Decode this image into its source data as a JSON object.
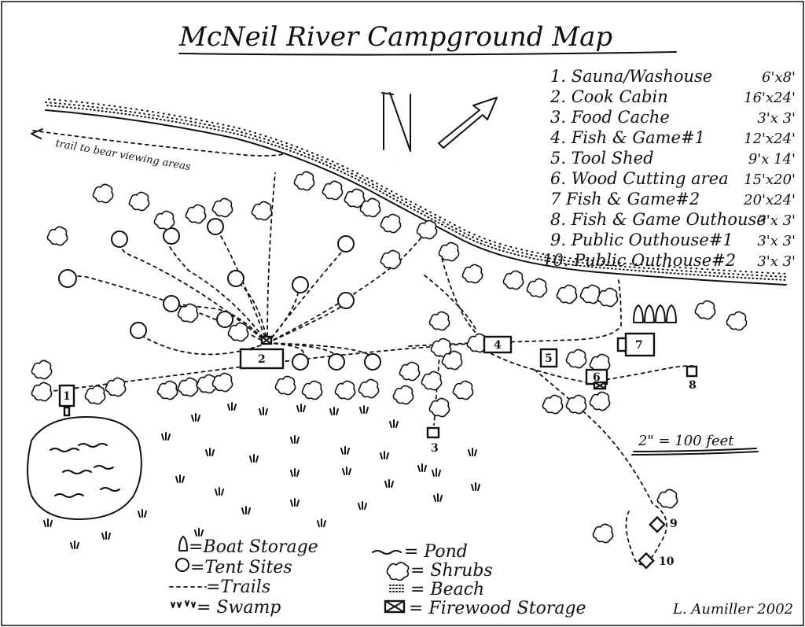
{
  "title": "McNeil River Campground Map",
  "trail_note": "trail to bear viewing areas",
  "north_label": "N",
  "scale_label": "2\" = 100 feet",
  "signature": "L. Aumiller 2002",
  "key": [
    {
      "num": "1.",
      "name": "Sauna/Washouse",
      "size": "6'x8'"
    },
    {
      "num": "2.",
      "name": "Cook Cabin",
      "size": "16'x24'"
    },
    {
      "num": "3.",
      "name": "Food Cache",
      "size": "3'x 3'"
    },
    {
      "num": "4.",
      "name": "Fish & Game#1",
      "size": "12'x24'"
    },
    {
      "num": "5.",
      "name": "Tool Shed",
      "size": "9'x 14'"
    },
    {
      "num": "6.",
      "name": "Wood Cutting area",
      "size": "15'x20'"
    },
    {
      "num": "7",
      "name": "Fish & Game#2",
      "size": "20'x24'"
    },
    {
      "num": "8.",
      "name": "Fish & Game Outhouse",
      "size": "3'x 3'"
    },
    {
      "num": "9.",
      "name": "Public Outhouse#1",
      "size": "3'x 3'"
    },
    {
      "num": "10.",
      "name": "Public Outhouse#2",
      "size": "3'x 3'"
    }
  ],
  "legend": [
    {
      "symbol": "boat",
      "label": "=Boat Storage"
    },
    {
      "symbol": "tent",
      "label": "=Tent Sites"
    },
    {
      "symbol": "trail",
      "label": "=Trails"
    },
    {
      "symbol": "swamp",
      "label": "= Swamp"
    },
    {
      "symbol": "pond",
      "label": "= Pond"
    },
    {
      "symbol": "shrub",
      "label": "= Shrubs"
    },
    {
      "symbol": "beach",
      "label": "= Beach"
    },
    {
      "symbol": "firewood",
      "label": "= Firewood Storage"
    }
  ],
  "building_labels": [
    "1",
    "2",
    "3",
    "4",
    "5",
    "6",
    "7",
    "8",
    "9",
    "10"
  ]
}
